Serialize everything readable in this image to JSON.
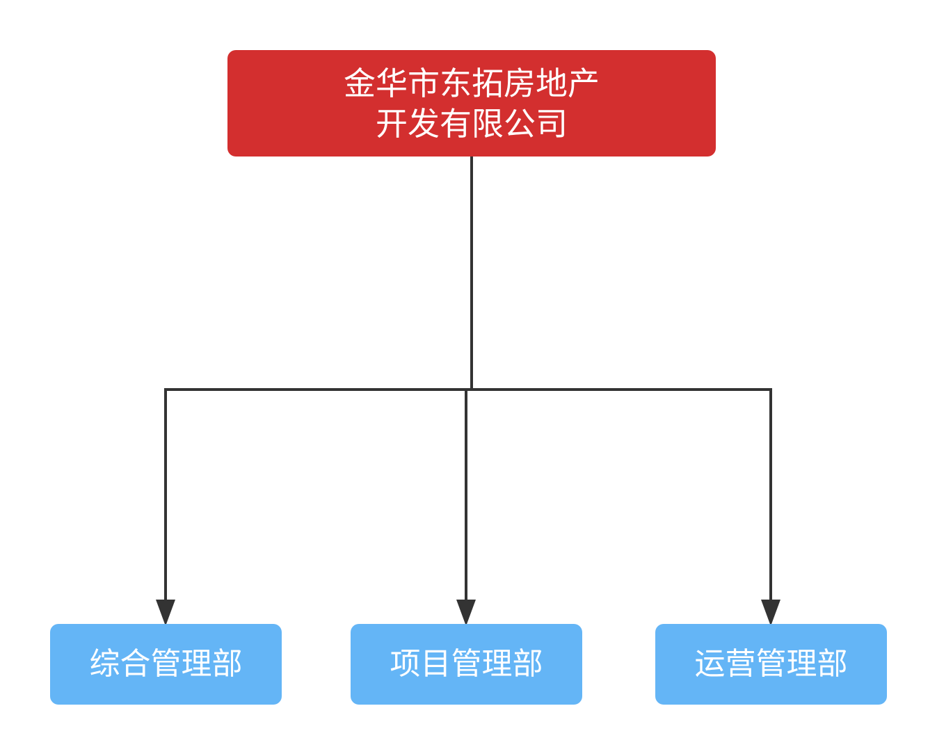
{
  "root": {
    "line1": "金华市东拓房地产",
    "line2": "开发有限公司"
  },
  "departments": [
    {
      "label": "综合管理部"
    },
    {
      "label": "项目管理部"
    },
    {
      "label": "运营管理部"
    }
  ],
  "colors": {
    "root_fill": "#d32f2f",
    "department_fill": "#64b5f6",
    "text": "#ffffff",
    "connector": "#333333"
  }
}
